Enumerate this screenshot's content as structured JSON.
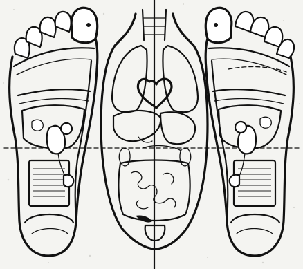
{
  "figure": {
    "subject": "foot-reflexology-chart",
    "colors": {
      "ink": "#111111",
      "paper": "#f4f4f1"
    },
    "panels": [
      "left-foot-sole",
      "torso-organs",
      "right-foot-sole"
    ]
  }
}
